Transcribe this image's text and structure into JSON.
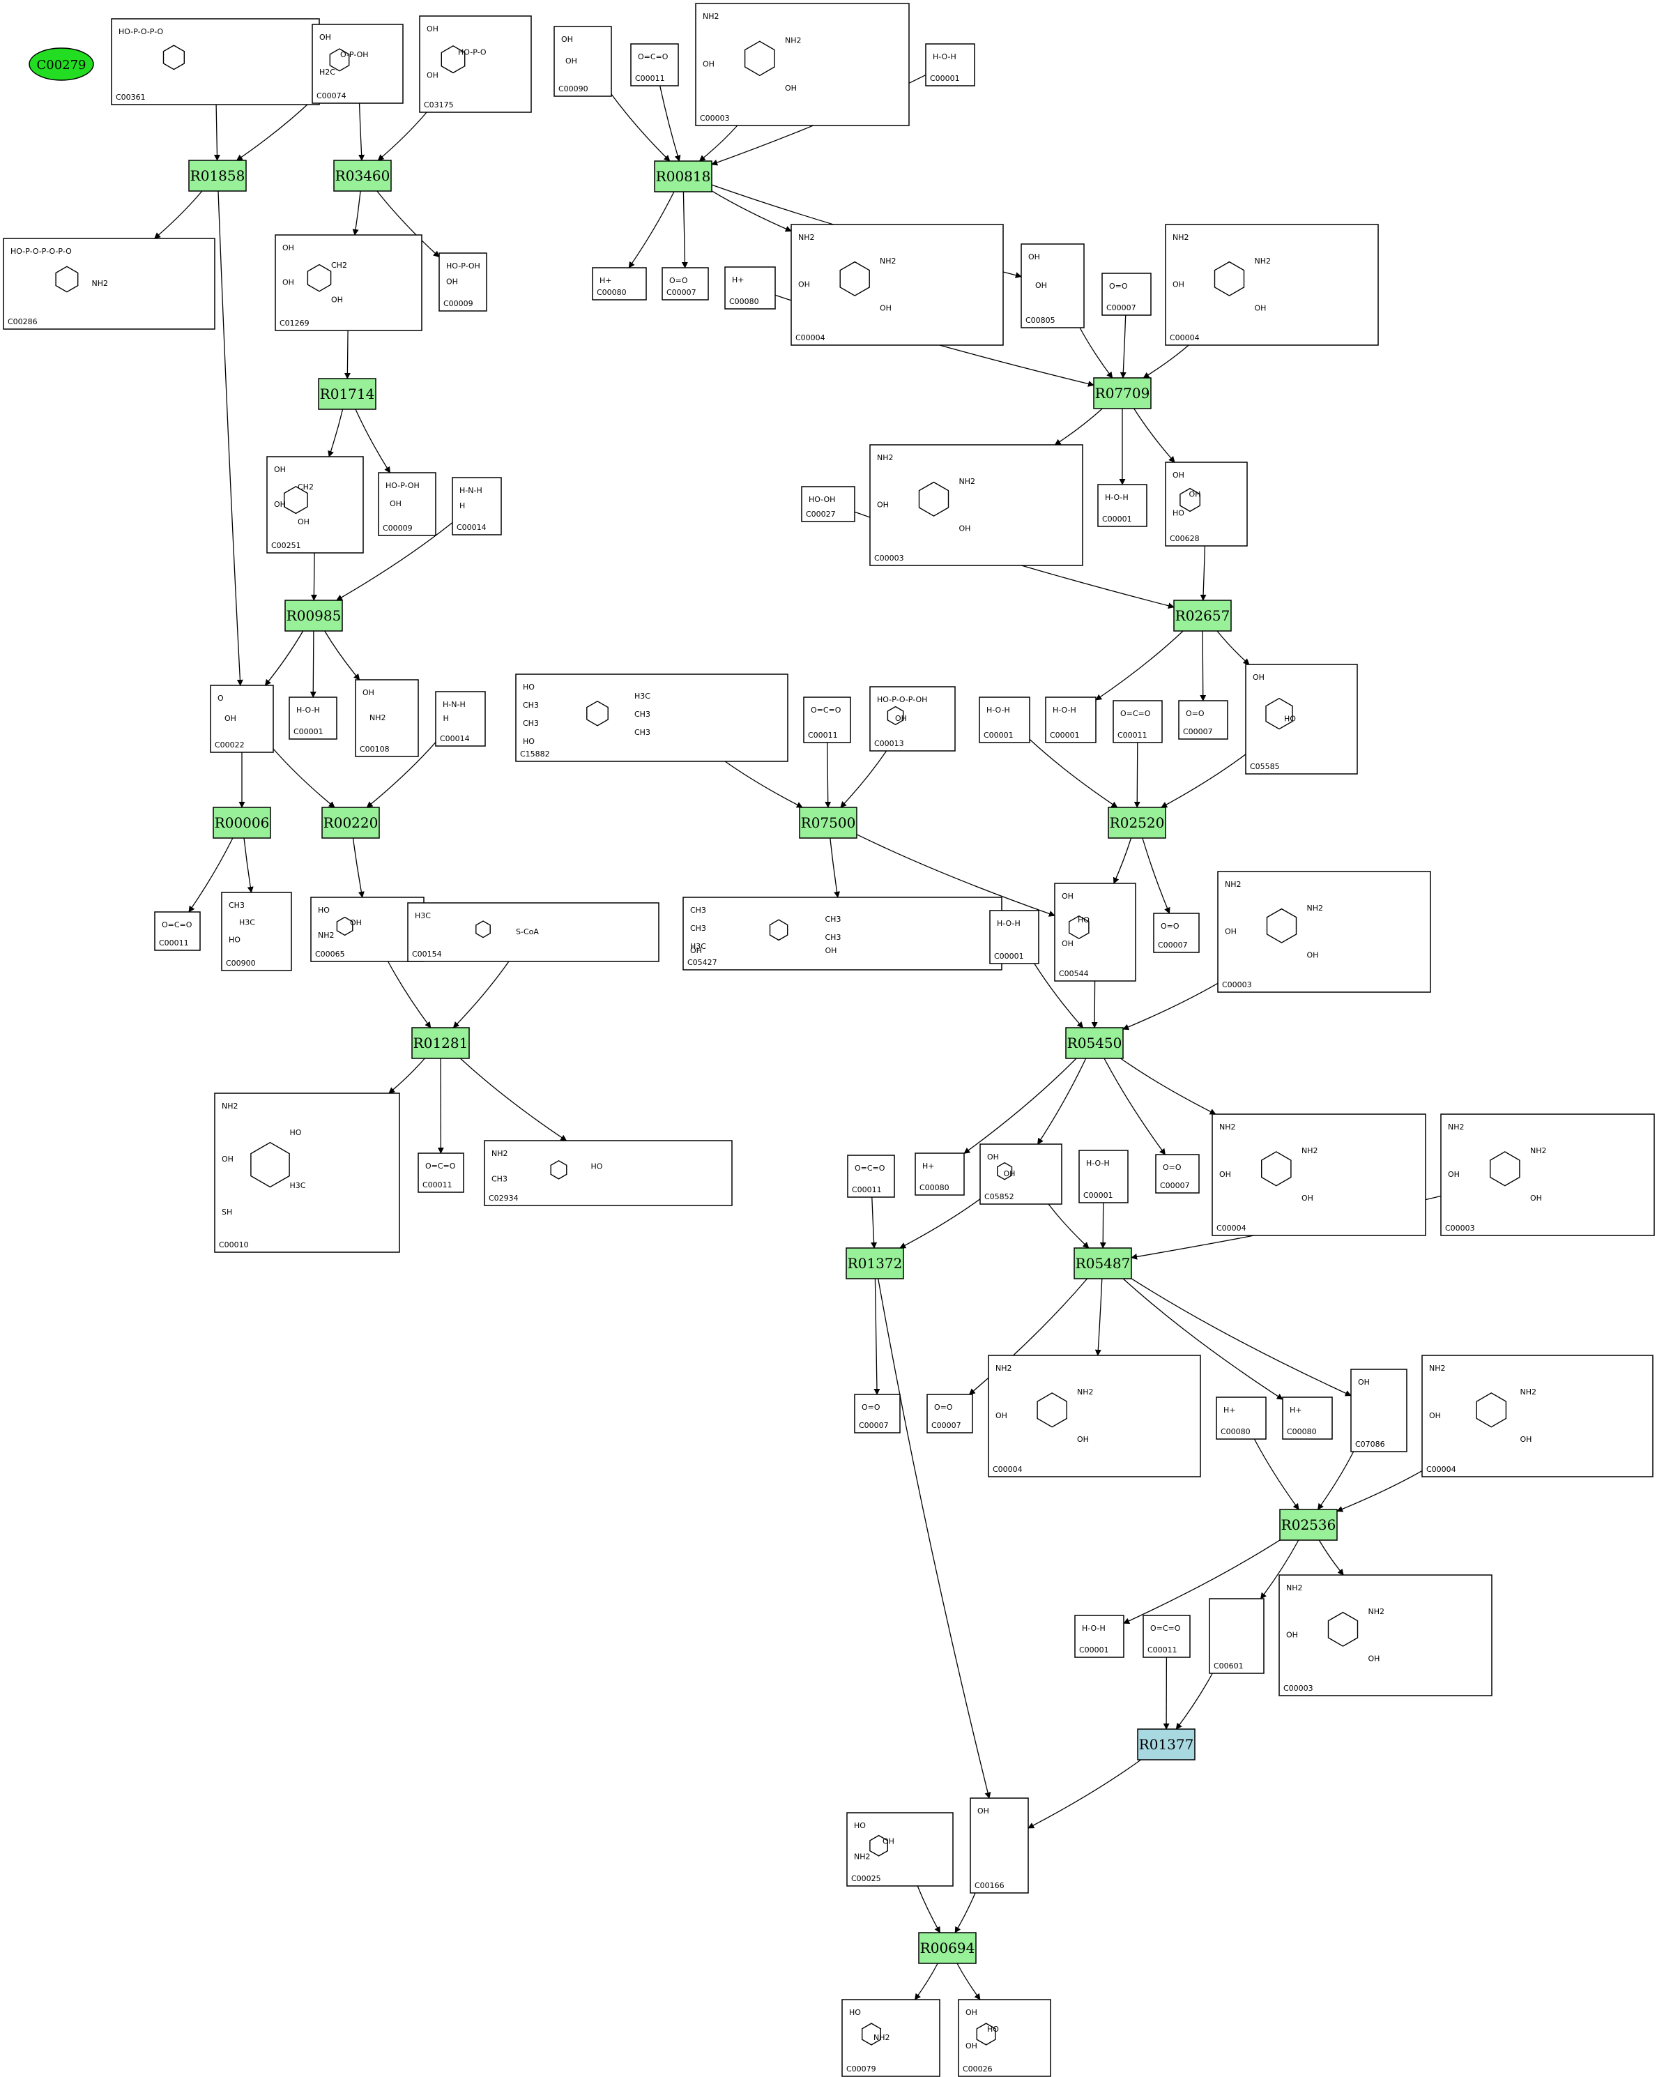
{
  "colors": {
    "reaction": "#98f098",
    "highlight_reaction": "#a8d8e0",
    "query_compound": "#22dd22",
    "box_stroke": "#000000"
  },
  "query_compound": "C00279",
  "reactions": [
    {
      "id": "R01858"
    },
    {
      "id": "R03460"
    },
    {
      "id": "R00818"
    },
    {
      "id": "R01714"
    },
    {
      "id": "R07709"
    },
    {
      "id": "R00985"
    },
    {
      "id": "R02657"
    },
    {
      "id": "R00006"
    },
    {
      "id": "R00220"
    },
    {
      "id": "R07500"
    },
    {
      "id": "R02520"
    },
    {
      "id": "R01281"
    },
    {
      "id": "R05450"
    },
    {
      "id": "R01372"
    },
    {
      "id": "R05487"
    },
    {
      "id": "R02536"
    },
    {
      "id": "R01377",
      "highlight": true
    },
    {
      "id": "R00694"
    }
  ],
  "compounds": [
    {
      "key": "c00361",
      "id": "C00361",
      "structure_text": [
        "HO-P-O-P-O"
      ]
    },
    {
      "key": "c00074",
      "id": "C00074",
      "structure_text": [
        "OH",
        "O-P-OH",
        "H2C"
      ]
    },
    {
      "key": "c03175",
      "id": "C03175",
      "structure_text": [
        "OH",
        "HO-P-O",
        "OH"
      ]
    },
    {
      "key": "c00090",
      "id": "C00090",
      "structure_text": [
        "OH",
        "OH"
      ]
    },
    {
      "key": "c00011a",
      "id": "C00011",
      "structure_text": [
        "O=C=O"
      ]
    },
    {
      "key": "c00003a",
      "id": "C00003",
      "structure_text": [
        "NH2",
        "NH2",
        "OH",
        "OH"
      ]
    },
    {
      "key": "c00001a",
      "id": "C00001",
      "structure_text": [
        "H-O-H"
      ]
    },
    {
      "key": "c00286",
      "id": "C00286",
      "structure_text": [
        "HO-P-O-P-O-P-O",
        "NH2"
      ]
    },
    {
      "key": "c01269",
      "id": "C01269",
      "structure_text": [
        "OH",
        "CH2",
        "OH",
        "OH"
      ]
    },
    {
      "key": "c00009a",
      "id": "C00009",
      "structure_text": [
        "HO-P-OH",
        "OH"
      ]
    },
    {
      "key": "c00080a",
      "id": "C00080",
      "structure_text": [
        "H+"
      ]
    },
    {
      "key": "c00007a",
      "id": "C00007",
      "structure_text": [
        "O=O"
      ]
    },
    {
      "key": "c00080b",
      "id": "C00080",
      "structure_text": [
        "H+"
      ]
    },
    {
      "key": "c00004a",
      "id": "C00004",
      "structure_text": [
        "NH2",
        "NH2",
        "OH",
        "OH"
      ]
    },
    {
      "key": "c00805",
      "id": "C00805",
      "structure_text": [
        "OH",
        "OH"
      ]
    },
    {
      "key": "c00007b",
      "id": "C00007",
      "structure_text": [
        "O=O"
      ]
    },
    {
      "key": "c00004b",
      "id": "C00004",
      "structure_text": [
        "NH2",
        "NH2",
        "OH",
        "OH"
      ]
    },
    {
      "key": "c00251",
      "id": "C00251",
      "structure_text": [
        "OH",
        "CH2",
        "OH",
        "OH"
      ]
    },
    {
      "key": "c00009b",
      "id": "C00009",
      "structure_text": [
        "HO-P-OH",
        "OH"
      ]
    },
    {
      "key": "c00014a",
      "id": "C00014",
      "structure_text": [
        "H-N-H",
        "H"
      ]
    },
    {
      "key": "c00027",
      "id": "C00027",
      "structure_text": [
        "HO-OH"
      ]
    },
    {
      "key": "c00003b",
      "id": "C00003",
      "structure_text": [
        "NH2",
        "NH2",
        "OH",
        "OH"
      ]
    },
    {
      "key": "c00001b",
      "id": "C00001",
      "structure_text": [
        "H-O-H"
      ]
    },
    {
      "key": "c00628",
      "id": "C00628",
      "structure_text": [
        "OH",
        "OH",
        "HO"
      ]
    },
    {
      "key": "c00022",
      "id": "C00022",
      "structure_text": [
        "O",
        "OH"
      ]
    },
    {
      "key": "c00001c",
      "id": "C00001",
      "structure_text": [
        "H-O-H"
      ]
    },
    {
      "key": "c00108",
      "id": "C00108",
      "structure_text": [
        "OH",
        "NH2"
      ]
    },
    {
      "key": "c00014b",
      "id": "C00014",
      "structure_text": [
        "H-N-H",
        "H"
      ]
    },
    {
      "key": "c15882",
      "id": "C15882",
      "structure_text": [
        "HO",
        "H3C",
        "CH3",
        "CH3",
        "CH3",
        "CH3",
        "HO"
      ]
    },
    {
      "key": "c00011b",
      "id": "C00011",
      "structure_text": [
        "O=C=O"
      ]
    },
    {
      "key": "c00013",
      "id": "C00013",
      "structure_text": [
        "HO-P-O-P-OH",
        "OH"
      ]
    },
    {
      "key": "c00001d",
      "id": "C00001",
      "structure_text": [
        "H-O-H"
      ]
    },
    {
      "key": "c00001e",
      "id": "C00001",
      "structure_text": [
        "H-O-H"
      ]
    },
    {
      "key": "c00011c",
      "id": "C00011",
      "structure_text": [
        "O=C=O"
      ]
    },
    {
      "key": "c00007c",
      "id": "C00007",
      "structure_text": [
        "O=O"
      ]
    },
    {
      "key": "c05585",
      "id": "C05585",
      "structure_text": [
        "OH",
        "HO"
      ]
    },
    {
      "key": "c00011d",
      "id": "C00011",
      "structure_text": [
        "O=C=O"
      ]
    },
    {
      "key": "c00900",
      "id": "C00900",
      "structure_text": [
        "CH3",
        "H3C",
        "HO"
      ]
    },
    {
      "key": "c00065",
      "id": "C00065",
      "structure_text": [
        "HO",
        "OH",
        "NH2"
      ]
    },
    {
      "key": "c00154",
      "id": "C00154",
      "structure_text": [
        "H3C",
        "S-CoA"
      ]
    },
    {
      "key": "c05427",
      "id": "C05427",
      "structure_text": [
        "CH3",
        "CH3",
        "CH3",
        "CH3",
        "H3C",
        "OH",
        "OH"
      ]
    },
    {
      "key": "c00001f",
      "id": "C00001",
      "structure_text": [
        "H-O-H"
      ]
    },
    {
      "key": "c00544",
      "id": "C00544",
      "structure_text": [
        "OH",
        "HO",
        "OH"
      ]
    },
    {
      "key": "c00007d",
      "id": "C00007",
      "structure_text": [
        "O=O"
      ]
    },
    {
      "key": "c00003c",
      "id": "C00003",
      "structure_text": [
        "NH2",
        "NH2",
        "OH",
        "OH"
      ]
    },
    {
      "key": "c00010",
      "id": "C00010",
      "structure_text": [
        "NH2",
        "HO",
        "OH",
        "H3C",
        "SH"
      ]
    },
    {
      "key": "c00011e",
      "id": "C00011",
      "structure_text": [
        "O=C=O"
      ]
    },
    {
      "key": "c02934",
      "id": "C02934",
      "structure_text": [
        "NH2",
        "HO",
        "CH3"
      ]
    },
    {
      "key": "c00080c",
      "id": "C00080",
      "structure_text": [
        "H+"
      ]
    },
    {
      "key": "c05852",
      "id": "C05852",
      "structure_text": [
        "OH",
        "OH"
      ]
    },
    {
      "key": "c00001g",
      "id": "C00001",
      "structure_text": [
        "H-O-H"
      ]
    },
    {
      "key": "c00007e",
      "id": "C00007",
      "structure_text": [
        "O=O"
      ]
    },
    {
      "key": "c00004c",
      "id": "C00004",
      "structure_text": [
        "NH2",
        "NH2",
        "OH",
        "OH"
      ]
    },
    {
      "key": "c00003d",
      "id": "C00003",
      "structure_text": [
        "NH2",
        "NH2",
        "OH",
        "OH"
      ]
    },
    {
      "key": "c00011f",
      "id": "C00011",
      "structure_text": [
        "O=C=O"
      ]
    },
    {
      "key": "c00007f",
      "id": "C00007",
      "structure_text": [
        "O=O"
      ]
    },
    {
      "key": "c00007g",
      "id": "C00007",
      "structure_text": [
        "O=O"
      ]
    },
    {
      "key": "c00004d",
      "id": "C00004",
      "structure_text": [
        "NH2",
        "NH2",
        "OH",
        "OH"
      ]
    },
    {
      "key": "c00080d",
      "id": "C00080",
      "structure_text": [
        "H+"
      ]
    },
    {
      "key": "c00080e",
      "id": "C00080",
      "structure_text": [
        "H+"
      ]
    },
    {
      "key": "c07086",
      "id": "C07086",
      "structure_text": [
        "OH"
      ]
    },
    {
      "key": "c00004e",
      "id": "C00004",
      "structure_text": [
        "NH2",
        "NH2",
        "OH",
        "OH"
      ]
    },
    {
      "key": "c00001h",
      "id": "C00001",
      "structure_text": [
        "H-O-H"
      ]
    },
    {
      "key": "c00011g",
      "id": "C00011",
      "structure_text": [
        "O=C=O"
      ]
    },
    {
      "key": "c00601",
      "id": "C00601",
      "structure_text": []
    },
    {
      "key": "c00003e",
      "id": "C00003",
      "structure_text": [
        "NH2",
        "NH2",
        "OH",
        "OH"
      ]
    },
    {
      "key": "c00025",
      "id": "C00025",
      "structure_text": [
        "HO",
        "OH",
        "NH2"
      ]
    },
    {
      "key": "c00166",
      "id": "C00166",
      "structure_text": [
        "OH"
      ]
    },
    {
      "key": "c00079",
      "id": "C00079",
      "structure_text": [
        "HO",
        "NH2"
      ]
    },
    {
      "key": "c00026",
      "id": "C00026",
      "structure_text": [
        "OH",
        "HO",
        "OH"
      ]
    }
  ],
  "edges": [
    [
      "c00361",
      "R01858"
    ],
    [
      "c00074",
      "R01858"
    ],
    [
      "R01858",
      "c00286"
    ],
    [
      "R01858",
      "c00022"
    ],
    [
      "c00074",
      "R03460"
    ],
    [
      "c03175",
      "R03460"
    ],
    [
      "R03460",
      "c01269"
    ],
    [
      "R03460",
      "c00009a"
    ],
    [
      "c00090",
      "R00818"
    ],
    [
      "c00011a",
      "R00818"
    ],
    [
      "c00003a",
      "R00818"
    ],
    [
      "c00001a",
      "R00818"
    ],
    [
      "R00818",
      "c00080a"
    ],
    [
      "R00818",
      "c00007a"
    ],
    [
      "R00818",
      "c00004a"
    ],
    [
      "R00818",
      "c00805"
    ],
    [
      "c01269",
      "R01714"
    ],
    [
      "R01714",
      "c00251"
    ],
    [
      "R01714",
      "c00009b"
    ],
    [
      "c00080b",
      "R07709"
    ],
    [
      "c00805",
      "R07709"
    ],
    [
      "c00007b",
      "R07709"
    ],
    [
      "c00004b",
      "R07709"
    ],
    [
      "R07709",
      "c00003b"
    ],
    [
      "R07709",
      "c00001b"
    ],
    [
      "R07709",
      "c00628"
    ],
    [
      "c00251",
      "R00985"
    ],
    [
      "c00014a",
      "R00985"
    ],
    [
      "R00985",
      "c00022"
    ],
    [
      "R00985",
      "c00001c"
    ],
    [
      "R00985",
      "c00108"
    ],
    [
      "c00027",
      "R02657"
    ],
    [
      "c00628",
      "R02657"
    ],
    [
      "R02657",
      "c00001e"
    ],
    [
      "R02657",
      "c00007c"
    ],
    [
      "R02657",
      "c05585"
    ],
    [
      "c00022",
      "R00006"
    ],
    [
      "c00022",
      "R00220"
    ],
    [
      "R00006",
      "c00011d"
    ],
    [
      "R00006",
      "c00900"
    ],
    [
      "c00014b",
      "R00220"
    ],
    [
      "R00220",
      "c00065"
    ],
    [
      "c15882",
      "R07500"
    ],
    [
      "c00011b",
      "R07500"
    ],
    [
      "c00013",
      "R07500"
    ],
    [
      "R07500",
      "c05427"
    ],
    [
      "R07500",
      "c00544"
    ],
    [
      "c00001d",
      "R02520"
    ],
    [
      "c00011c",
      "R02520"
    ],
    [
      "c05585",
      "R02520"
    ],
    [
      "R02520",
      "c00544"
    ],
    [
      "R02520",
      "c00007d"
    ],
    [
      "c00065",
      "R01281"
    ],
    [
      "c00154",
      "R01281"
    ],
    [
      "R01281",
      "c00010"
    ],
    [
      "R01281",
      "c00011e"
    ],
    [
      "R01281",
      "c02934"
    ],
    [
      "c00001f",
      "R05450"
    ],
    [
      "c00544",
      "R05450"
    ],
    [
      "c00003c",
      "R05450"
    ],
    [
      "R05450",
      "c00080c"
    ],
    [
      "R05450",
      "c05852"
    ],
    [
      "R05450",
      "c00007e"
    ],
    [
      "R05450",
      "c00004c"
    ],
    [
      "c00011f",
      "R01372"
    ],
    [
      "c05852",
      "R01372"
    ],
    [
      "R01372",
      "c00007f"
    ],
    [
      "R01372",
      "c00166"
    ],
    [
      "c05852",
      "R05487"
    ],
    [
      "c00001g",
      "R05487"
    ],
    [
      "c00003d",
      "R05487"
    ],
    [
      "R05487",
      "c00007g"
    ],
    [
      "R05487",
      "c00004d"
    ],
    [
      "R05487",
      "c00080e"
    ],
    [
      "R05487",
      "c07086"
    ],
    [
      "c00080d",
      "R02536"
    ],
    [
      "c00004e",
      "R02536"
    ],
    [
      "c07086",
      "R02536"
    ],
    [
      "R02536",
      "c00001h"
    ],
    [
      "R02536",
      "c00601"
    ],
    [
      "R02536",
      "c00003e"
    ],
    [
      "c00011g",
      "R01377"
    ],
    [
      "c00601",
      "R01377"
    ],
    [
      "R01377",
      "c00166"
    ],
    [
      "c00025",
      "R00694"
    ],
    [
      "c00166",
      "R00694"
    ],
    [
      "R00694",
      "c00079"
    ],
    [
      "R00694",
      "c00026"
    ]
  ]
}
